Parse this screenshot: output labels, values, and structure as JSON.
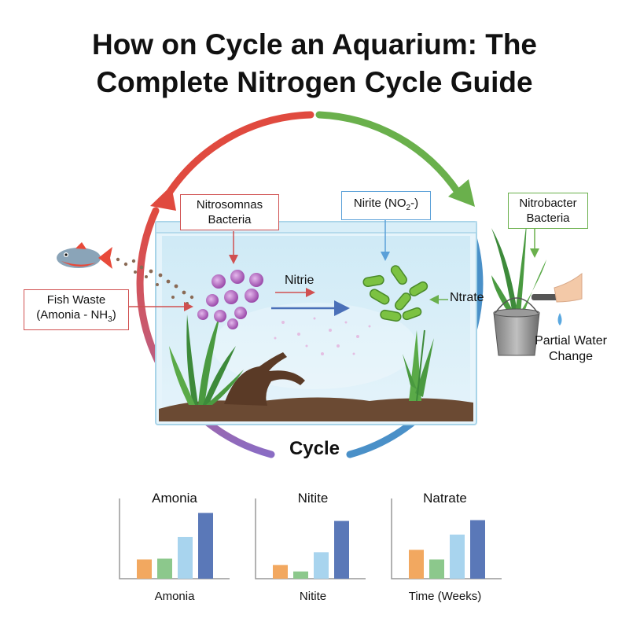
{
  "title_line1": "How on Cycle an Aquarium: The",
  "title_line2": "Complete Nitrogen Cycle Guide",
  "labels": {
    "nitrosomonas_l1": "Nitrosomnas",
    "nitrosomonas_l2": "Bacteria",
    "nitrite_box_pre": "Nirite (NO",
    "nitrite_box_sub": "2",
    "nitrite_box_post": "-)",
    "nitrobacter_l1": "Nitrobacter",
    "nitrobacter_l2": "Bacteria",
    "fish_waste_l1": "Fish Waste",
    "fish_waste_l2_pre": "(Amonia - NH",
    "fish_waste_l2_sub": "3",
    "fish_waste_l2_post": ")",
    "nitrie": "Nitrie",
    "ntrate": "Ntrate",
    "partial_l1": "Partial Water",
    "partial_l2": "Change",
    "cycle": "Cycle"
  },
  "colors": {
    "red": "#e04a3f",
    "green": "#6ab04c",
    "blue": "#4a90c8",
    "purple": "#8a6cc4",
    "orange_bar": "#f2a860",
    "green_bar": "#8cc88c",
    "lightblue_bar": "#a8d4ee",
    "darkblue_bar": "#5a78b8"
  },
  "chart_data": [
    {
      "type": "bar",
      "title": "Amonia",
      "xlabel": "Amonia",
      "values": [
        24,
        25,
        52,
        82
      ],
      "ylim": [
        0,
        100
      ]
    },
    {
      "type": "bar",
      "title": "Nitite",
      "xlabel": "Nitite",
      "values": [
        17,
        9,
        33,
        72
      ],
      "ylim": [
        0,
        100
      ]
    },
    {
      "type": "bar",
      "title": "Natrate",
      "xlabel": "Time (Weeks)",
      "values": [
        36,
        24,
        55,
        73
      ],
      "ylim": [
        0,
        100
      ]
    }
  ]
}
